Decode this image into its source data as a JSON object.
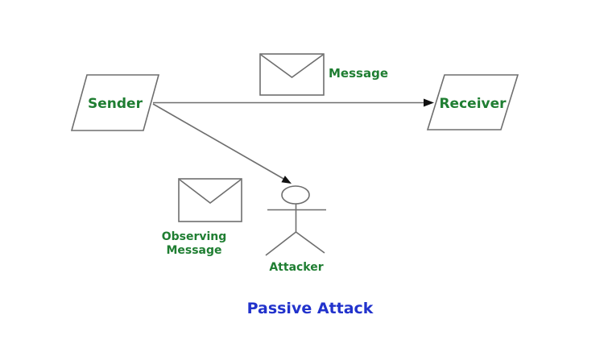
{
  "title": {
    "text": "Passive Attack"
  },
  "nodes": {
    "sender": {
      "label": "Sender",
      "shape": "parallelogram"
    },
    "receiver": {
      "label": "Receiver",
      "shape": "parallelogram"
    },
    "attacker": {
      "label": "Attacker",
      "icon": "stick-figure-icon"
    }
  },
  "annotations": {
    "message": {
      "label": "Message",
      "icon": "envelope-icon"
    },
    "observing_message": {
      "line1": "Observing",
      "line2": "Message",
      "icon": "envelope-icon"
    }
  },
  "edges": [
    {
      "name": "sender-to-receiver",
      "from": "sender",
      "to": "receiver",
      "arrow": true
    },
    {
      "name": "sender-to-attacker",
      "from": "sender",
      "to": "attacker",
      "arrow": true
    }
  ],
  "colors": {
    "label_green": "#1f7e32",
    "title_blue": "#2233cc",
    "line_gray": "#6e6e6e",
    "arrow_black": "#111111"
  }
}
